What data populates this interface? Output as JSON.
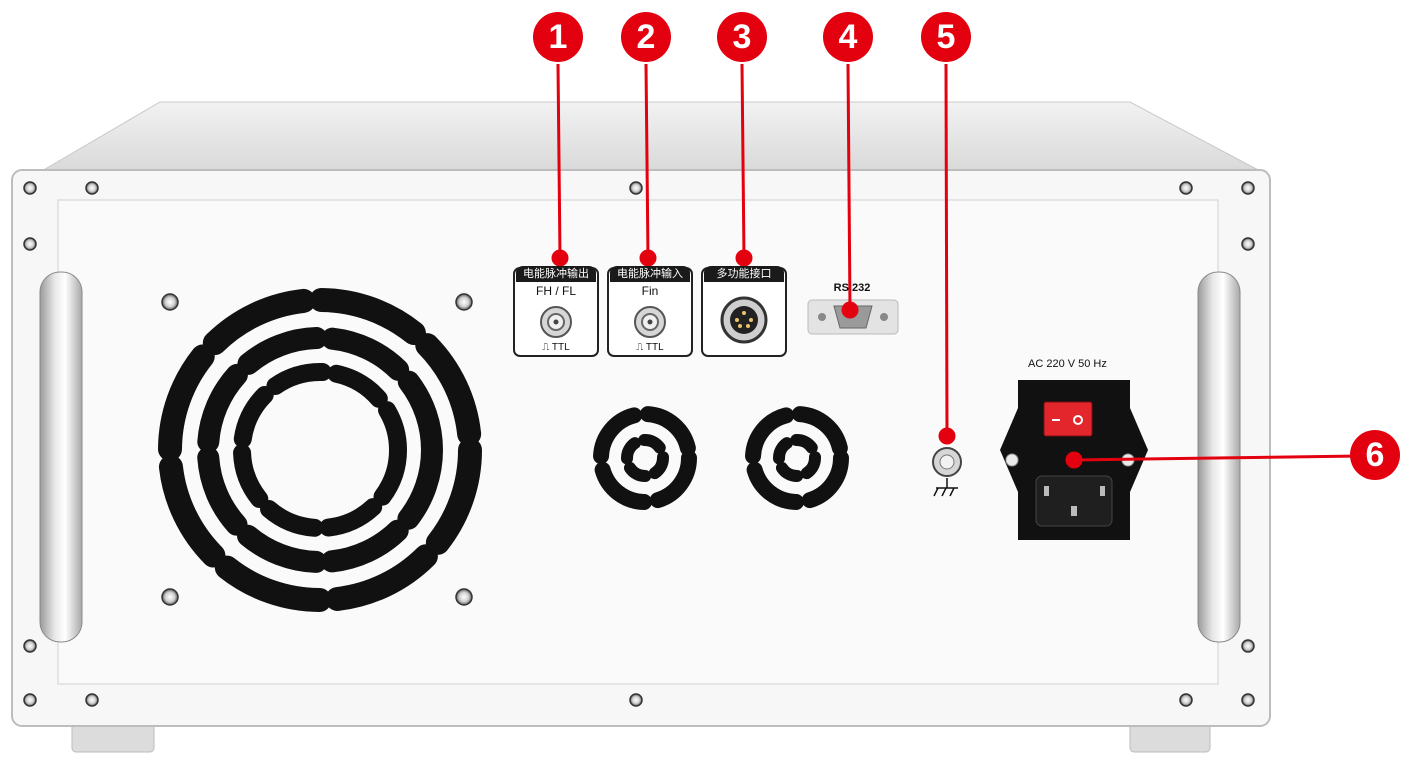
{
  "ports": {
    "port1": {
      "header": "电能脉冲输出",
      "signal": "FH / FL",
      "type": "⎍ TTL"
    },
    "port2": {
      "header": "电能脉冲输入",
      "signal": "Fin",
      "type": "⎍ TTL"
    },
    "port3": {
      "header": "多功能接口"
    },
    "port4": {
      "label": "RS 232"
    }
  },
  "power": {
    "label": "AC 220 V 50 Hz"
  },
  "callouts": [
    "1",
    "2",
    "3",
    "4",
    "5",
    "6"
  ],
  "colors": {
    "callout": "#e3000f",
    "panel": "#f5f5f5",
    "vent": "#111111"
  },
  "icons": [
    "ground-icon",
    "power-switch-icon"
  ]
}
